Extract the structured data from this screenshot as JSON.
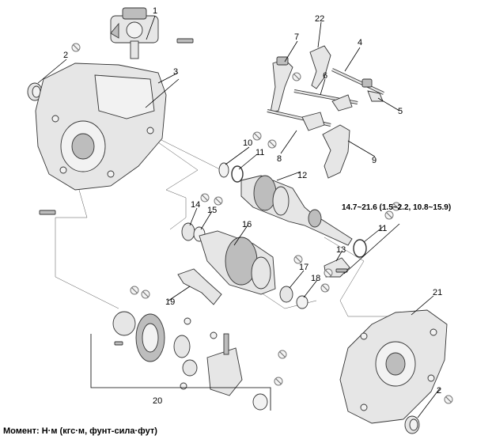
{
  "callouts": {
    "c1": "1",
    "c2a": "2",
    "c2b": "2",
    "c3": "3",
    "c4": "4",
    "c5": "5",
    "c6": "6",
    "c7": "7",
    "c8": "8",
    "c9": "9",
    "c10": "10",
    "c11a": "11",
    "c11b": "11",
    "c12": "12",
    "c13": "13",
    "c14": "14",
    "c15": "15",
    "c16": "16",
    "c17": "17",
    "c18": "18",
    "c19": "19",
    "c20": "20",
    "c21": "21",
    "c22": "22"
  },
  "torque_spec": "14.7~21.6 (1.5~2.2, 10.8~15.9)",
  "footer_text": "Момент: Н·м (кгс·м, фунт-сила·фут)",
  "colors": {
    "line": "#000000",
    "part_fill": "#e6e6e6",
    "icon_gray": "#777777"
  },
  "icons": {
    "non_reusable": "prohibition-circle-icon"
  }
}
